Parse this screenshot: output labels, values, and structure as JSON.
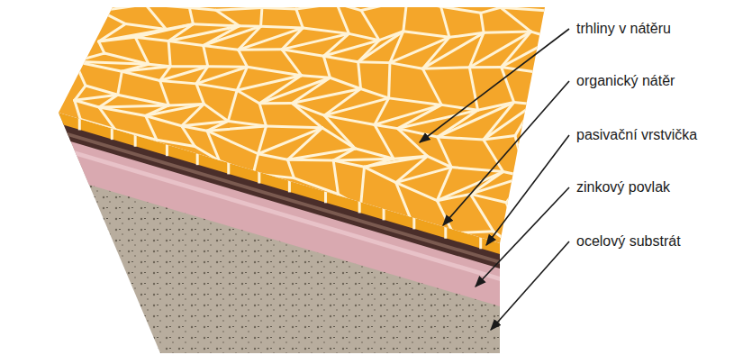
{
  "diagram": {
    "labels": [
      "trhliny v nátěru",
      "organický nátěr",
      "pasivační vrstvička",
      "zinkový povlak",
      "ocelový substrát"
    ]
  }
}
